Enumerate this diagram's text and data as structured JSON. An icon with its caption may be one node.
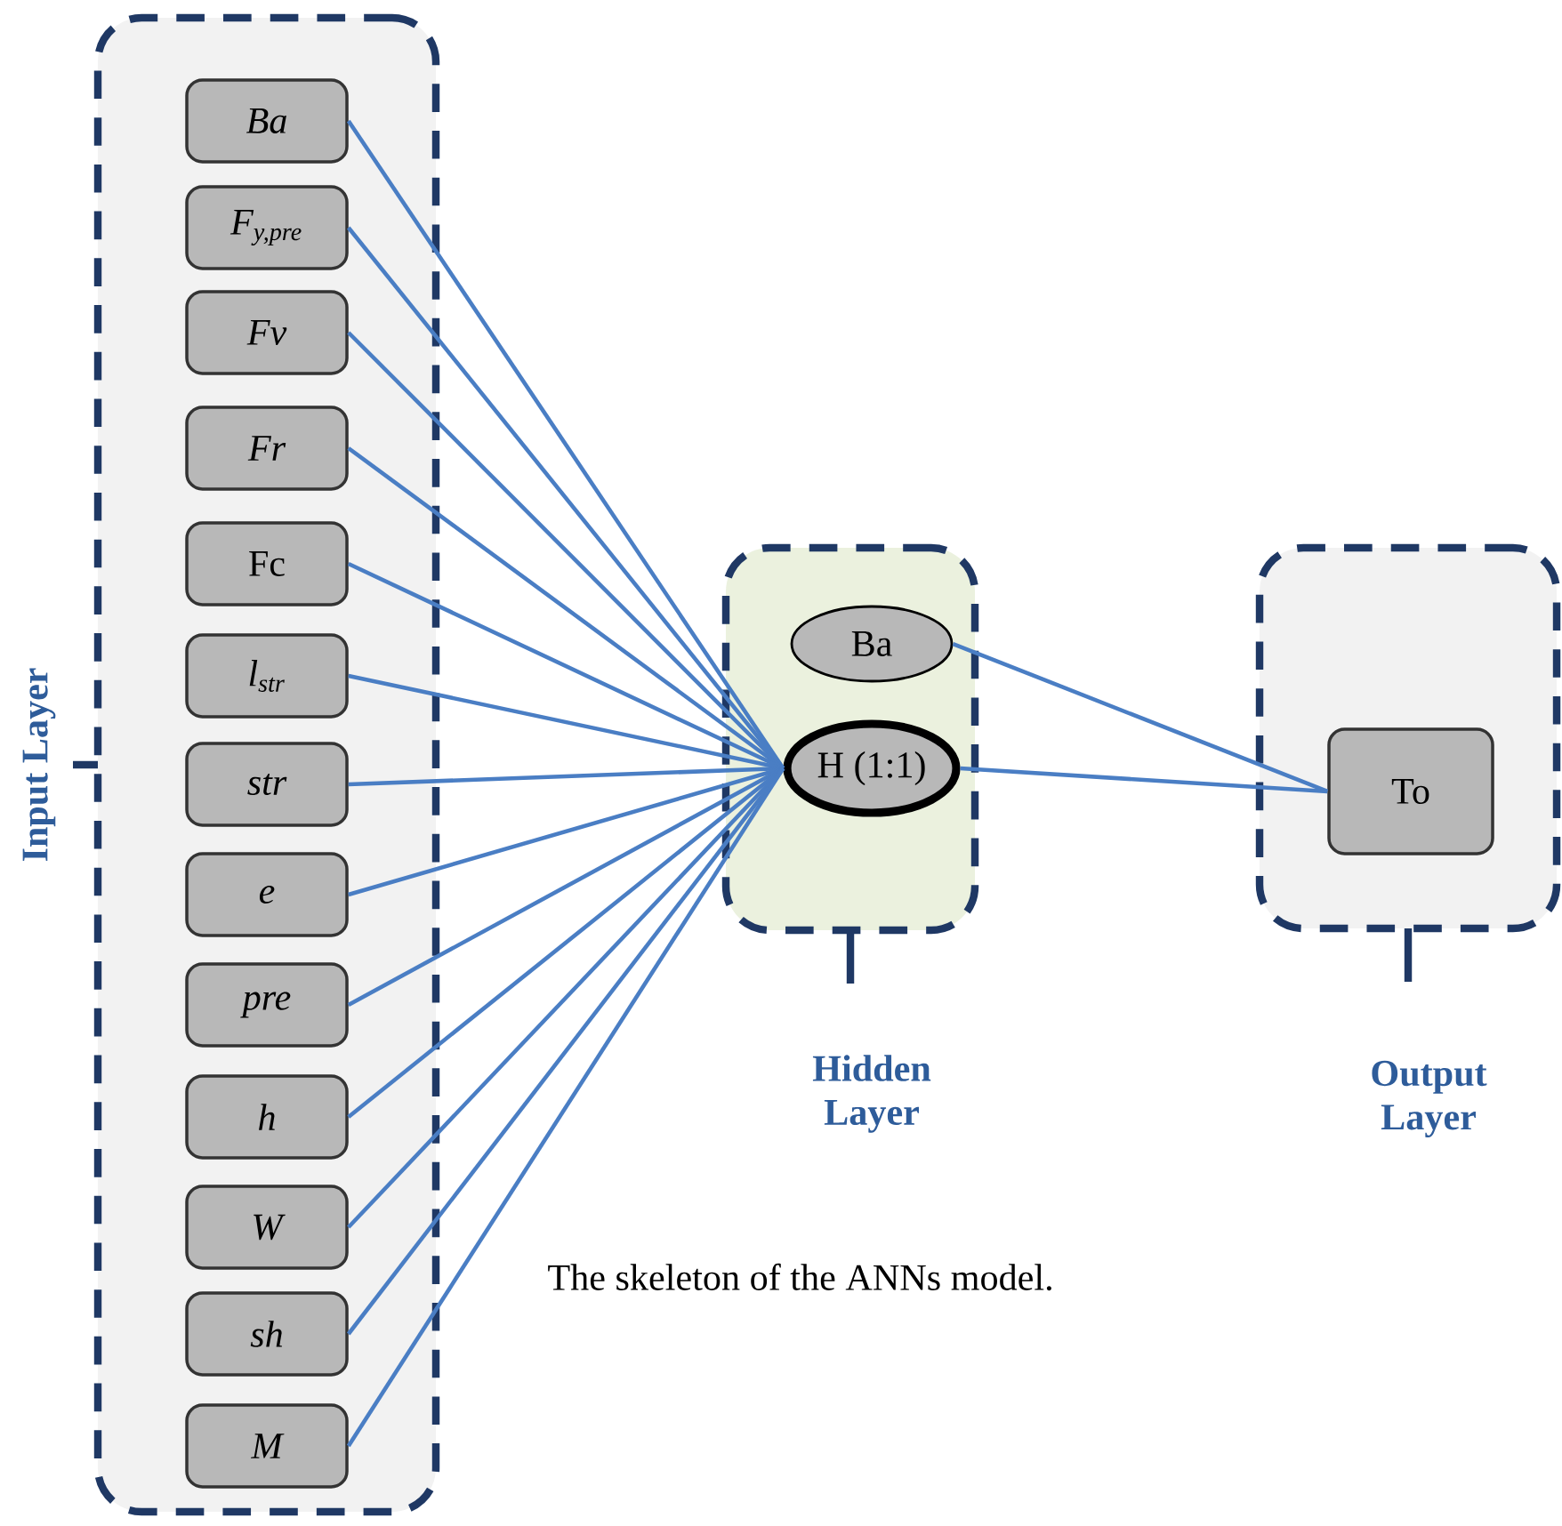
{
  "diagram": {
    "caption": "The skeleton of the ANNs model.",
    "nodes": [
      {
        "text": [
          "Input Layer"
        ]
      },
      {
        "text": [
          "Ba"
        ],
        "in": 0
      },
      {
        "text": [
          "F$_{y,pre}$"
        ],
        "in": 0
      },
      {
        "text": [
          "Fv"
        ],
        "in": 0
      },
      {
        "text": [
          "Fr"
        ],
        "in": 0
      },
      {
        "text": [
          "Fc"
        ],
        "in": 0
      },
      {
        "text": [
          "l$_{str}$"
        ],
        "in": 0
      },
      {
        "text": [
          "str"
        ],
        "in": 0
      },
      {
        "text": [
          "e"
        ],
        "in": 0
      },
      {
        "text": [
          "pre"
        ],
        "in": 0
      },
      {
        "text": [
          "h"
        ],
        "in": 0
      },
      {
        "text": [
          "W"
        ],
        "in": 0
      },
      {
        "text": [
          "sh"
        ],
        "in": 0
      },
      {
        "text": [
          "M"
        ],
        "in": 0
      },
      {
        "text": [
          "Hidden Layer"
        ]
      },
      {
        "text": [
          "Ba"
        ],
        "in": 14
      },
      {
        "text": [
          "H (1:1)"
        ],
        "in": 14
      },
      {
        "text": [
          "Output Layer"
        ]
      },
      {
        "text": [
          "To"
        ],
        "in": 17
      }
    ],
    "edges": [
      {
        "from": 1,
        "to": 16,
        "arrow": "none"
      },
      {
        "from": 2,
        "to": 16,
        "arrow": "none"
      },
      {
        "from": 3,
        "to": 16,
        "arrow": "none"
      },
      {
        "from": 4,
        "to": 16,
        "arrow": "none"
      },
      {
        "from": 5,
        "to": 16,
        "arrow": "none"
      },
      {
        "from": 6,
        "to": 16,
        "arrow": "none"
      },
      {
        "from": 7,
        "to": 16,
        "arrow": "none"
      },
      {
        "from": 8,
        "to": 16,
        "arrow": "none"
      },
      {
        "from": 9,
        "to": 16,
        "arrow": "none"
      },
      {
        "from": 10,
        "to": 16,
        "arrow": "none"
      },
      {
        "from": 11,
        "to": 16,
        "arrow": "none"
      },
      {
        "from": 12,
        "to": 16,
        "arrow": "none"
      },
      {
        "from": 13,
        "to": 16,
        "arrow": "none"
      },
      {
        "from": 15,
        "to": 18,
        "arrow": "none"
      },
      {
        "from": 16,
        "to": 18,
        "arrow": "none"
      }
    ]
  }
}
